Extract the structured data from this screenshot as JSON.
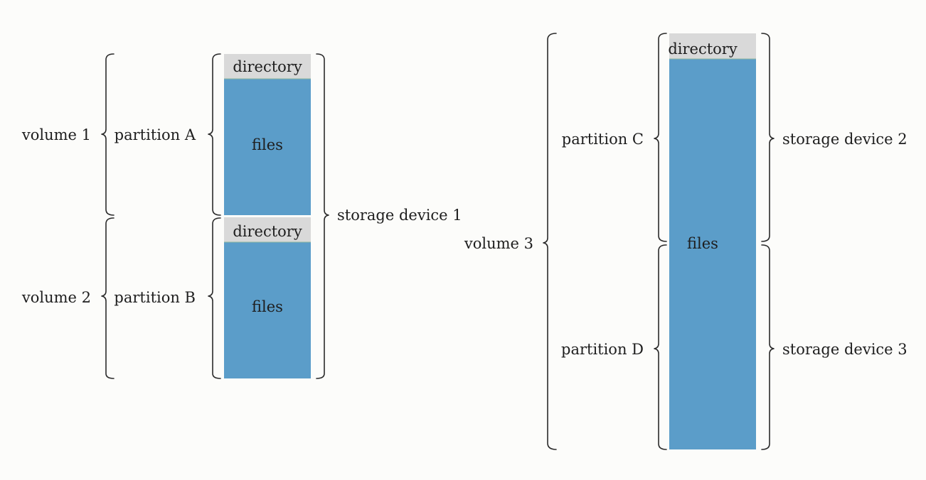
{
  "device_group_1": {
    "volume_1": "volume 1",
    "volume_2": "volume 2",
    "partition_a": "partition A",
    "partition_b": "partition B",
    "directory_a": "directory",
    "files_a": "files",
    "directory_b": "directory",
    "files_b": "files",
    "storage_device": "storage device 1"
  },
  "device_group_2": {
    "volume_3": "volume 3",
    "partition_c": "partition C",
    "partition_d": "partition D",
    "directory": "directory",
    "files": "files",
    "storage_device_2": "storage device 2",
    "storage_device_3": "storage device 3"
  },
  "colors": {
    "directory_fill": "#d9d9d9",
    "files_fill": "#5b9dc9",
    "line": "#2a2a2a"
  }
}
